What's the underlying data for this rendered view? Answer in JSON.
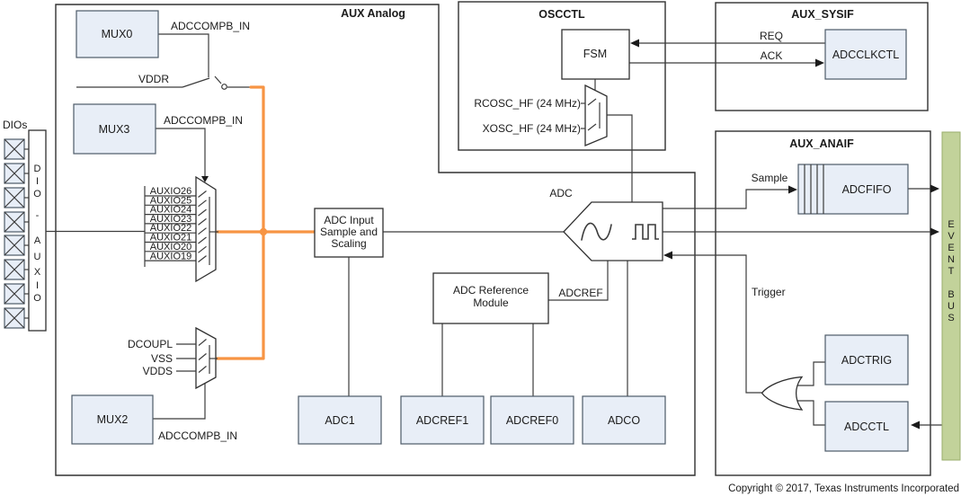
{
  "titles": {
    "aux_analog": "AUX Analog",
    "oscctl": "OSCCTL",
    "aux_sysif": "AUX_SYSIF",
    "aux_anaif": "AUX_ANAIF"
  },
  "copyright": "Copyright © 2017, Texas Instruments Incorporated",
  "dio": {
    "label": "DIOs",
    "column": [
      "D",
      "I",
      "O",
      "-",
      "A",
      "U",
      "X",
      "I",
      "O"
    ]
  },
  "event_bus": {
    "letters": [
      "E",
      "V",
      "E",
      "N",
      "T",
      "B",
      "U",
      "S"
    ]
  },
  "blocks": {
    "mux0": "MUX0",
    "mux3": "MUX3",
    "mux2": "MUX2",
    "fsm": "FSM",
    "adcclkctl": "ADCCLKCTL",
    "adcfifo": "ADCFIFO",
    "adctrig": "ADCTRIG",
    "adcctl": "ADCCTL",
    "adc1": "ADC1",
    "adcref1": "ADCREF1",
    "adcref0": "ADCREF0",
    "adco": "ADCO"
  },
  "adc_input": {
    "line1": "ADC Input",
    "line2": "Sample and",
    "line3": "Scaling"
  },
  "adc_ref_module": {
    "line1": "ADC Reference",
    "line2": "Module"
  },
  "adc_label": "ADC",
  "signals": {
    "adccompb_in": "ADCCOMPB_IN",
    "vddr": "VDDR",
    "req": "REQ",
    "ack": "ACK",
    "sample": "Sample",
    "trigger": "Trigger",
    "adcref": "ADCREF",
    "rcosc_hf": "RCOSC_HF (24 MHz)",
    "xosc_hf": "XOSC_HF (24 MHz)",
    "dcoupl": "DCOUPL",
    "vss": "VSS",
    "vdds": "VDDS"
  },
  "aux_inputs": [
    "AUXIO26",
    "AUXIO25",
    "AUXIO24",
    "AUXIO23",
    "AUXIO22",
    "AUXIO21",
    "AUXIO20",
    "AUXIO19"
  ],
  "colors": {
    "wire_orange": "#f79443",
    "event_bus_fill": "#c2d29a",
    "event_bus_border": "#9aae6c",
    "block_fill": "#e8eef7"
  }
}
